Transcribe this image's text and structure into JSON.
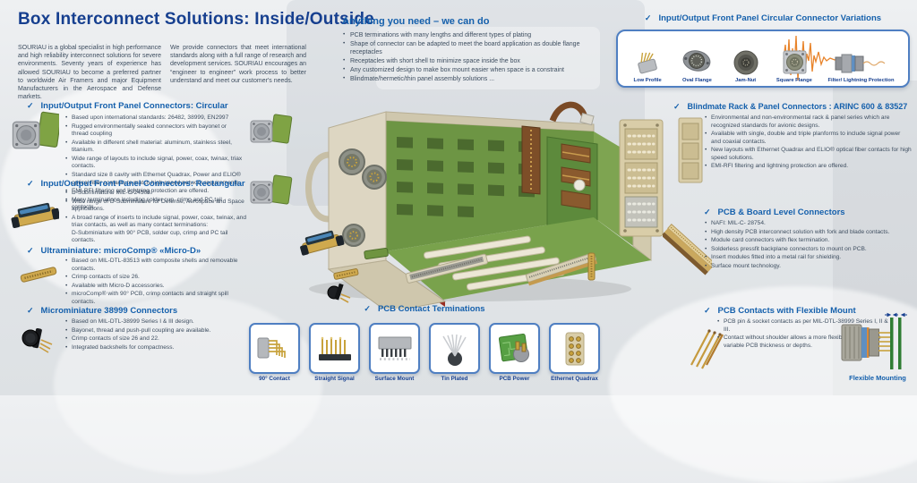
{
  "icons": {
    "check": "✓",
    "bullet": "•"
  },
  "colors": {
    "title_blue": "#163F8F",
    "heading_blue": "#1560AC",
    "body_text": "#3E4E60",
    "box_border": "#4F7FC2",
    "accent_orange": "#E8842B",
    "pcb_green": "#6D9544",
    "background": "#E3E6E9"
  },
  "header": {
    "title": "Box Interconnect Solutions: Inside/Outside",
    "intro": [
      "SOURIAU is a global specialist in high performance and high reliability interconnect solutions for severe environments. Seventy years of experience has allowed SOURIAU to become a preferred partner to worldwide Air Framers and major Equipment Manufacturers in the Aerospace and Defense markets.",
      "We provide connectors that meet international standards along with a full range of research and development services. SOURIAU encourages an “engineer to engineer” work process to better understand and meet our customer's needs."
    ]
  },
  "anything": {
    "heading": "Anything you need – we can do",
    "bullets": [
      "PCB terminations with many lengths and different types of plating",
      "Shape of connector can be adapted to meet the board application as double flange receptacles",
      "Receptacles with short shell to minimize space inside the box",
      "Any customized design to make box mount easier when space is a constraint",
      "Blindmate/hermetic/thin panel assembly solutions ..."
    ]
  },
  "variations": {
    "heading": "Input/Output Front Panel Circular Connector Variations",
    "items": [
      {
        "label": "Low Profile"
      },
      {
        "label": "Oval Flange"
      },
      {
        "label": "Jam-Nut"
      },
      {
        "label": "Square Flange"
      },
      {
        "label": "Filter/ Lightning Protection"
      }
    ]
  },
  "sections": {
    "circular": {
      "heading": "Input/Output Front Panel Connectors: Circular",
      "bullets": [
        "Based upon international standards: 26482, 38999, EN2997",
        "Rugged environmentally sealed connectors with bayonet or thread coupling",
        "Available in different shell material: aluminum, stainless steel, titanium.",
        "Wide range of layouts to include signal, power, coax, twinax, triax contacts.",
        "Standard size 8 cavity with Ethernet Quadrax, Power and ELIO® optical fiber contacts to match high speed network requirements.",
        "EMI-RFI filtering and lightning protection are offered.",
        "Many terminations including solder cup, crimp and PC tail contacts."
      ]
    },
    "rectangular": {
      "heading": "Input/Output Front Panel Connectors: Rectangular",
      "bullets": [
        "D-Subminiature: MIL-C-24308.",
        "Wide range of D-Subminiature for Defense, Aerospace and Space applications.",
        "A broad range of inserts to include signal, power, coax, twinax, and triax contacts, as well as many contact terminations:\nD-Subminiature with 90° PCB, solder cup, crimp and PC tail contacts."
      ]
    },
    "ultraminiature": {
      "heading": "Ultraminiature: microComp® «Micro-D»",
      "bullets": [
        "Based on MIL-DTL-83513 with composite shells and removable contacts.",
        "Crimp contacts of size 26.",
        "Available with Micro-D accessories.",
        "microComp® with 90° PCB, crimp contacts and straight spill contacts."
      ]
    },
    "microminiature": {
      "heading": "Microminiature 38999 Connectors",
      "bullets": [
        "Based on MIL-DTL-38999 Series I & III design.",
        "Bayonet, thread and push-pull coupling are available.",
        "Crimp contacts of size 26 and 22.",
        "Integrated backshells for compactness."
      ]
    },
    "blindmate": {
      "heading": "Blindmate Rack & Panel Connectors : ARINC 600 & 83527",
      "bullets": [
        "Environmental and non-environmental rack & panel series which are recognized standards for avionic designs.",
        "Available with single, double and triple planforms to include signal power and coaxial contacts.",
        "New layouts with Ethernet Quadrax and ELIO® optical fiber contacts for high speed solutions.",
        "EMI-RFI filtering and lightning protection are offered."
      ]
    },
    "pcb_board": {
      "heading": "PCB & Board Level Connectors",
      "bullets": [
        "NAFI: MIL-C- 28754.",
        "High density PCB interconnect solution with fork and blade contacts.",
        "Module card connectors with flex termination.",
        "Solderless pressfit backplane connectors to mount on PCB.",
        "Insert modules fitted into a metal rail for shielding.",
        "Surface mount technology."
      ]
    },
    "flexible": {
      "heading": "PCB Contacts with Flexible Mount",
      "bullets": [
        "PCB pin & socket contacts as per MIL-DTL-38999 Series I, II & III.",
        "Contact without shoulder allows a more flexible mounting on variable PCB thickness or depths."
      ],
      "figure_label": "Flexible Mounting"
    }
  },
  "terminations": {
    "heading": "PCB Contact Terminations",
    "items": [
      {
        "label": "90° Contact"
      },
      {
        "label": "Straight Signal"
      },
      {
        "label": "Surface Mount"
      },
      {
        "label": "Tin Plated"
      },
      {
        "label": "PCB Power"
      },
      {
        "label": "Ethernet Quadrax"
      }
    ]
  }
}
